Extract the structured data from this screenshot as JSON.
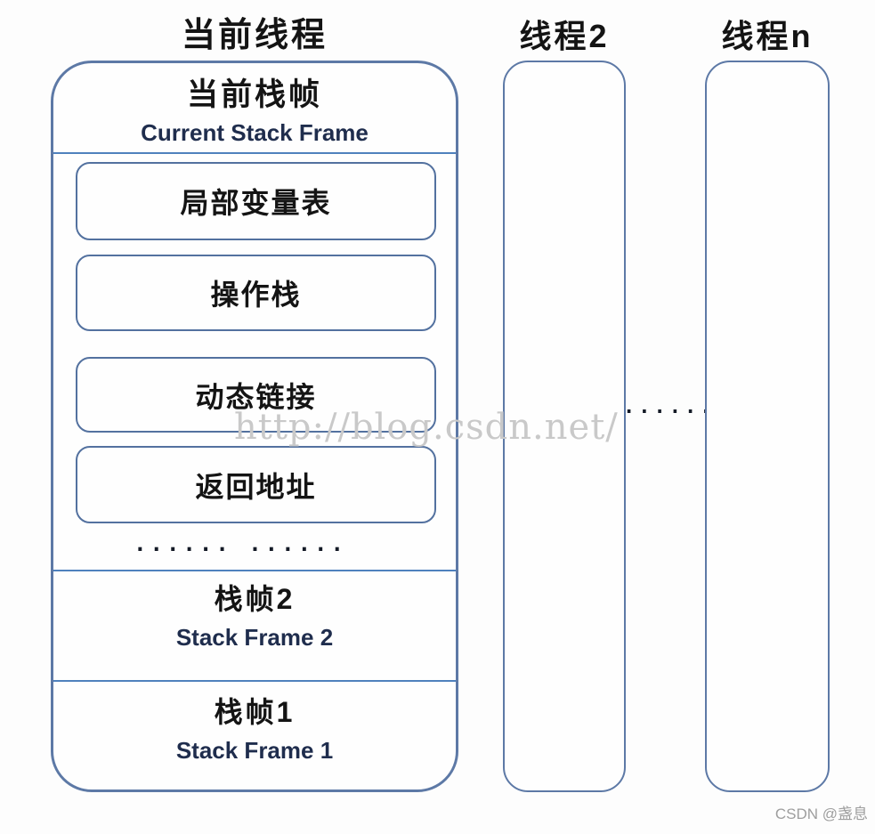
{
  "diagram": {
    "current_thread": {
      "label": "当前线程",
      "current_frame": {
        "title_cn": "当前栈帧",
        "title_en": "Current Stack Frame",
        "components": [
          "局部变量表",
          "操作栈",
          "动态链接",
          "返回地址"
        ],
        "more_dots": "...... ......"
      },
      "stack_frames": [
        {
          "title_cn": "栈帧2",
          "title_en": "Stack Frame 2"
        },
        {
          "title_cn": "栈帧1",
          "title_en": "Stack Frame 1"
        }
      ]
    },
    "thread_2": {
      "label": "线程2"
    },
    "thread_n": {
      "label": "线程n"
    },
    "threads_dots": "......",
    "watermark_url": "http://blog.csdn.net/",
    "watermark_credit": "CSDN @盏息"
  },
  "colors": {
    "container_border": "#5d79a6",
    "inner_box_border": "#53719f",
    "divider": "#4f81bd",
    "text": "#141414",
    "text_english": "#1f2d4d",
    "watermark": "#c9c9c9",
    "credit": "#9e9e9e",
    "background": "#fdfdfd"
  }
}
